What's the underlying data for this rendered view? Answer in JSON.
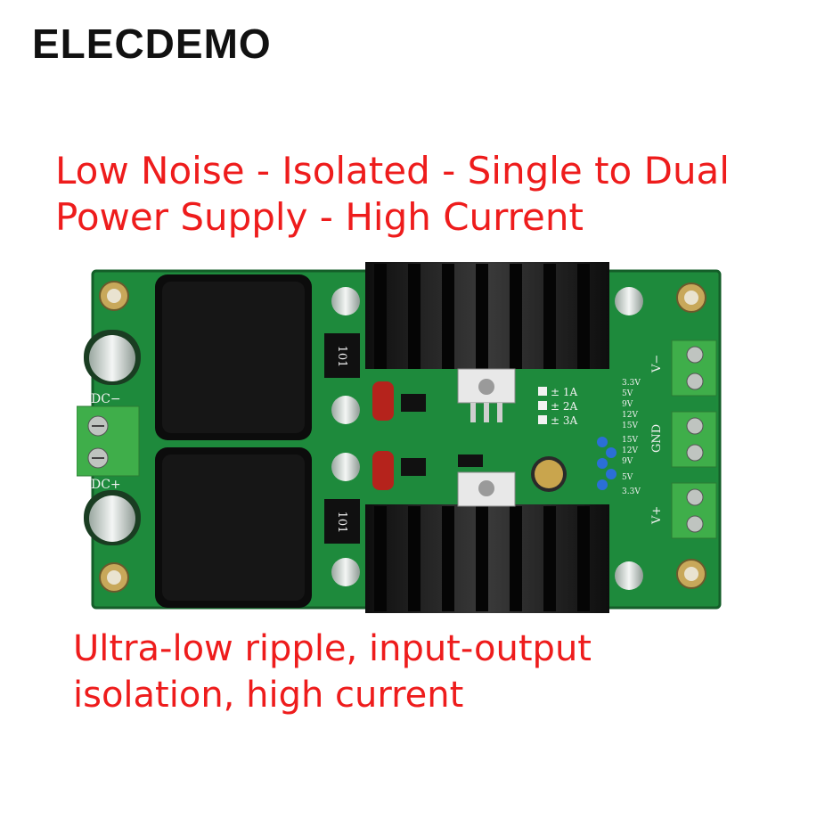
{
  "brand": "ELECDEMO",
  "headline": {
    "line1": "Low Noise - Isolated - Single to Dual",
    "line2": "Power Supply - High Current"
  },
  "caption": {
    "line1": "Ultra-low ripple, input-output",
    "line2": "isolation, high current"
  },
  "board": {
    "silkscreen": {
      "dc_minus": "DC−",
      "dc_plus": "DC+",
      "v_minus": "V−",
      "gnd": "GND",
      "v_plus": "V+",
      "inductor_top": "101",
      "inductor_bottom": "101",
      "current_1": "± 1A",
      "current_2": "± 2A",
      "current_3": "± 3A",
      "v_top": [
        "3.3V",
        "5V",
        "9V",
        "12V",
        "15V"
      ],
      "v_bottom": [
        "15V",
        "12V",
        "9V",
        "5V",
        "3.3V"
      ]
    },
    "colors": {
      "pcb": "#1e8a3c",
      "transformer": "#0c0c0c",
      "heatsink": "#1a1a1a",
      "terminal": "#3fae4a",
      "text_red": "#ee1c1c"
    }
  }
}
